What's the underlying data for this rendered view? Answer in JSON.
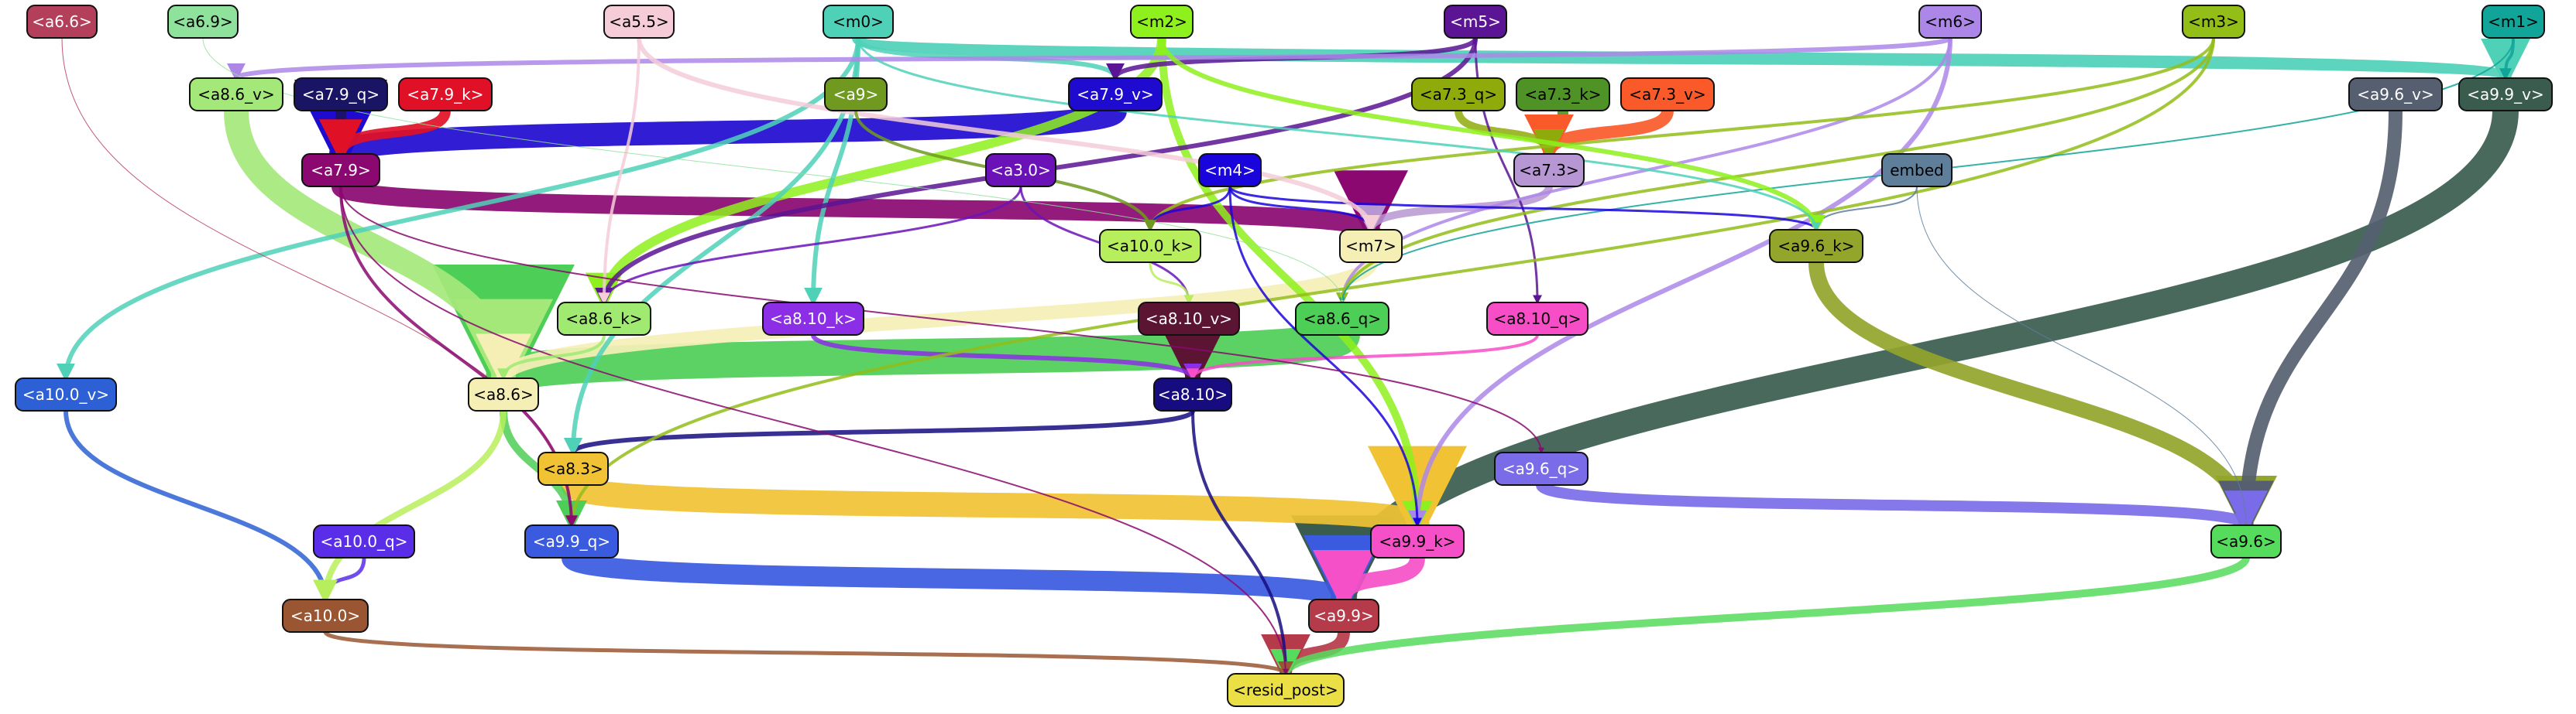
{
  "nodes": [
    {
      "id": "a6.6",
      "label": "<a6.6>",
      "fill": "#b43f5a",
      "text_color": "#ffffff"
    },
    {
      "id": "a6.9",
      "label": "<a6.9>",
      "fill": "#8ee29c",
      "text_color": "#000000"
    },
    {
      "id": "a5.5",
      "label": "<a5.5>",
      "fill": "#f5ccd8",
      "text_color": "#000000"
    },
    {
      "id": "m0",
      "label": "<m0>",
      "fill": "#4fd1b8",
      "text_color": "#000000"
    },
    {
      "id": "m2",
      "label": "<m2>",
      "fill": "#8ef01c",
      "text_color": "#000000"
    },
    {
      "id": "m5",
      "label": "<m5>",
      "fill": "#5a1494",
      "text_color": "#ffffff"
    },
    {
      "id": "m6",
      "label": "<m6>",
      "fill": "#ad87e8",
      "text_color": "#000000"
    },
    {
      "id": "m3",
      "label": "<m3>",
      "fill": "#93bd17",
      "text_color": "#000000"
    },
    {
      "id": "m1",
      "label": "<m1>",
      "fill": "#11a59a",
      "text_color": "#000000"
    },
    {
      "id": "a8.6_v",
      "label": "<a8.6_v>",
      "fill": "#a4e87a",
      "text_color": "#000000"
    },
    {
      "id": "a7.9_q",
      "label": "<a7.9_q>",
      "fill": "#1a1464",
      "text_color": "#ffffff"
    },
    {
      "id": "a7.9_k",
      "label": "<a7.9_k>",
      "fill": "#e01027",
      "text_color": "#ffffff"
    },
    {
      "id": "a9",
      "label": "<a9>",
      "fill": "#6f9a1f",
      "text_color": "#ffffff"
    },
    {
      "id": "a7.9_v",
      "label": "<a7.9_v>",
      "fill": "#1f0acf",
      "text_color": "#ffffff"
    },
    {
      "id": "a7.3_q",
      "label": "<a7.3_q>",
      "fill": "#8fab0b",
      "text_color": "#000000"
    },
    {
      "id": "a7.3_k",
      "label": "<a7.3_k>",
      "fill": "#4f9225",
      "text_color": "#000000"
    },
    {
      "id": "a7.3_v",
      "label": "<a7.3_v>",
      "fill": "#fa5a2a",
      "text_color": "#000000"
    },
    {
      "id": "a9.6_v",
      "label": "<a9.6_v>",
      "fill": "#555f70",
      "text_color": "#ffffff"
    },
    {
      "id": "a9.9_v",
      "label": "<a9.9_v>",
      "fill": "#3a5c4e",
      "text_color": "#ffffff"
    },
    {
      "id": "a7.9",
      "label": "<a7.9>",
      "fill": "#8a0870",
      "text_color": "#ffffff"
    },
    {
      "id": "a3.0",
      "label": "<a3.0>",
      "fill": "#6a12b8",
      "text_color": "#ffffff"
    },
    {
      "id": "m4",
      "label": "<m4>",
      "fill": "#1a04dc",
      "text_color": "#ffffff"
    },
    {
      "id": "a7.3",
      "label": "<a7.3>",
      "fill": "#b796d4",
      "text_color": "#000000"
    },
    {
      "id": "embed",
      "label": "embed",
      "fill": "#5e7e9a",
      "text_color": "#000000"
    },
    {
      "id": "a10.0_k",
      "label": "<a10.0_k>",
      "fill": "#b7ee5c",
      "text_color": "#000000"
    },
    {
      "id": "m7",
      "label": "<m7>",
      "fill": "#f5efb6",
      "text_color": "#000000"
    },
    {
      "id": "a9.6_k",
      "label": "<a9.6_k>",
      "fill": "#94a52b",
      "text_color": "#000000"
    },
    {
      "id": "a8.6_k",
      "label": "<a8.6_k>",
      "fill": "#a0ea72",
      "text_color": "#000000"
    },
    {
      "id": "a8.10_k",
      "label": "<a8.10_k>",
      "fill": "#8c2ee6",
      "text_color": "#ffffff"
    },
    {
      "id": "a8.10_v",
      "label": "<a8.10_v>",
      "fill": "#5b1533",
      "text_color": "#ffffff"
    },
    {
      "id": "a8.6_q",
      "label": "<a8.6_q>",
      "fill": "#4dce56",
      "text_color": "#000000"
    },
    {
      "id": "a8.10_q",
      "label": "<a8.10_q>",
      "fill": "#f74ec8",
      "text_color": "#000000"
    },
    {
      "id": "a10.0_v",
      "label": "<a10.0_v>",
      "fill": "#2d60d4",
      "text_color": "#ffffff"
    },
    {
      "id": "a8.6",
      "label": "<a8.6>",
      "fill": "#f5efb6",
      "text_color": "#000000"
    },
    {
      "id": "a8.10",
      "label": "<a8.10>",
      "fill": "#160c80",
      "text_color": "#ffffff"
    },
    {
      "id": "a8.3",
      "label": "<a8.3>",
      "fill": "#f0c234",
      "text_color": "#000000"
    },
    {
      "id": "a9.6_q",
      "label": "<a9.6_q>",
      "fill": "#7a6ce8",
      "text_color": "#ffffff"
    },
    {
      "id": "a10.0_q",
      "label": "<a10.0_q>",
      "fill": "#5a2ee8",
      "text_color": "#ffffff"
    },
    {
      "id": "a9.9_q",
      "label": "<a9.9_q>",
      "fill": "#3a5ae0",
      "text_color": "#ffffff"
    },
    {
      "id": "a9.9_k",
      "label": "<a9.9_k>",
      "fill": "#f550c8",
      "text_color": "#000000"
    },
    {
      "id": "a9.6",
      "label": "<a9.6>",
      "fill": "#56dc5c",
      "text_color": "#000000"
    },
    {
      "id": "a10.0",
      "label": "<a10.0>",
      "fill": "#9a5632",
      "text_color": "#ffffff"
    },
    {
      "id": "a9.9",
      "label": "<a9.9>",
      "fill": "#b53a4a",
      "text_color": "#ffffff"
    },
    {
      "id": "resid_post",
      "label": "<resid_post>",
      "fill": "#eadf44",
      "text_color": "#000000"
    }
  ],
  "edges": [
    {
      "from": "a8.6_q",
      "to": "a8.6",
      "weight": 46,
      "color": "#4dce56"
    },
    {
      "from": "a9.9_v",
      "to": "a9.9",
      "weight": 34,
      "color": "#3a5c4e"
    },
    {
      "from": "a8.3",
      "to": "a9.9_k",
      "weight": 32,
      "color": "#f0c234"
    },
    {
      "from": "a8.6_v",
      "to": "a8.6",
      "weight": 32,
      "color": "#a4e87a"
    },
    {
      "from": "a7.9",
      "to": "m7",
      "weight": 24,
      "color": "#8a0870"
    },
    {
      "from": "a7.9_v",
      "to": "a7.9",
      "weight": 30,
      "color": "#1f0acf"
    },
    {
      "from": "a9.9_q",
      "to": "a9.9",
      "weight": 26,
      "color": "#3a5ae0"
    },
    {
      "from": "a8.10_v",
      "to": "a8.10",
      "weight": 20,
      "color": "#5b1533"
    },
    {
      "from": "a9.6_k",
      "to": "a9.6",
      "weight": 20,
      "color": "#94a52b"
    },
    {
      "from": "a9.6_v",
      "to": "a9.6",
      "weight": 18,
      "color": "#555f70"
    },
    {
      "from": "m0",
      "to": "a9.9_v",
      "weight": 16,
      "color": "#4fd1b8"
    },
    {
      "from": "m7",
      "to": "a8.6",
      "weight": 18,
      "color": "#f5efb6"
    },
    {
      "from": "a9.6_q",
      "to": "a9.6",
      "weight": 14,
      "color": "#7a6ce8"
    },
    {
      "from": "a9.9_k",
      "to": "a9.9",
      "weight": 20,
      "color": "#f550c8"
    },
    {
      "from": "a9.9",
      "to": "resid_post",
      "weight": 16,
      "color": "#b53a4a"
    },
    {
      "from": "a9.6",
      "to": "resid_post",
      "weight": 10,
      "color": "#56dc5c"
    },
    {
      "from": "m2",
      "to": "a8.6_k",
      "weight": 12,
      "color": "#8ef01c"
    },
    {
      "from": "m2",
      "to": "a9.9_k",
      "weight": 10,
      "color": "#8ef01c"
    },
    {
      "from": "a7.9_q",
      "to": "a7.9",
      "weight": 14,
      "color": "#1a1464"
    },
    {
      "from": "a7.9_k",
      "to": "a7.9",
      "weight": 14,
      "color": "#e01027"
    },
    {
      "from": "a7.3_k",
      "to": "a7.3",
      "weight": 14,
      "color": "#4f9225"
    },
    {
      "from": "a7.3_v",
      "to": "a7.3",
      "weight": 16,
      "color": "#fa5a2a"
    },
    {
      "from": "a7.3_q",
      "to": "a7.3",
      "weight": 10,
      "color": "#8fab0b"
    },
    {
      "from": "a7.3",
      "to": "m7",
      "weight": 10,
      "color": "#b796d4"
    },
    {
      "from": "a8.10",
      "to": "a8.3",
      "weight": 6,
      "color": "#160c80"
    },
    {
      "from": "a8.10",
      "to": "resid_post",
      "weight": 4,
      "color": "#160c80"
    },
    {
      "from": "a8.10_k",
      "to": "a8.10",
      "weight": 6,
      "color": "#8c2ee6"
    },
    {
      "from": "a8.10_q",
      "to": "a8.10",
      "weight": 4,
      "color": "#f74ec8"
    },
    {
      "from": "a10.0_v",
      "to": "a10.0",
      "weight": 6,
      "color": "#2d60d4"
    },
    {
      "from": "a10.0",
      "to": "resid_post",
      "weight": 5,
      "color": "#9a5632"
    },
    {
      "from": "a10.0_q",
      "to": "a10.0",
      "weight": 5,
      "color": "#5a2ee8"
    },
    {
      "from": "a8.6",
      "to": "a9.9_q",
      "weight": 10,
      "color": "#4dce56"
    },
    {
      "from": "a8.6",
      "to": "a10.0",
      "weight": 8,
      "color": "#b7ee5c"
    },
    {
      "from": "m0",
      "to": "a10.0_v",
      "weight": 6,
      "color": "#4fd1b8"
    },
    {
      "from": "m0",
      "to": "a8.10_k",
      "weight": 6,
      "color": "#4fd1b8"
    },
    {
      "from": "m0",
      "to": "a7.9_v",
      "weight": 6,
      "color": "#4fd1b8"
    },
    {
      "from": "m0",
      "to": "a8.3",
      "weight": 6,
      "color": "#4fd1b8"
    },
    {
      "from": "m5",
      "to": "a7.9_v",
      "weight": 6,
      "color": "#5a1494"
    },
    {
      "from": "m5",
      "to": "a8.6_k",
      "weight": 6,
      "color": "#5a1494"
    },
    {
      "from": "m5",
      "to": "a8.10_q",
      "weight": 3,
      "color": "#5a1494"
    },
    {
      "from": "m6",
      "to": "a9.9_k",
      "weight": 6,
      "color": "#ad87e8"
    },
    {
      "from": "m6",
      "to": "a8.6_q",
      "weight": 4,
      "color": "#ad87e8"
    },
    {
      "from": "m6",
      "to": "a8.6_v",
      "weight": 6,
      "color": "#ad87e8"
    },
    {
      "from": "m3",
      "to": "a9.9_q",
      "weight": 4,
      "color": "#93bd17"
    },
    {
      "from": "m3",
      "to": "a8.6_q",
      "weight": 4,
      "color": "#93bd17"
    },
    {
      "from": "m3",
      "to": "a10.0_k",
      "weight": 4,
      "color": "#93bd17"
    },
    {
      "from": "m1",
      "to": "a9.9_v",
      "weight": 4,
      "color": "#11a59a"
    },
    {
      "from": "m1",
      "to": "a8.6_q",
      "weight": 2,
      "color": "#11a59a"
    },
    {
      "from": "m4",
      "to": "a9.9_k",
      "weight": 3,
      "color": "#1a04dc"
    },
    {
      "from": "m4",
      "to": "a9.6_k",
      "weight": 3,
      "color": "#1a04dc"
    },
    {
      "from": "m4",
      "to": "a10.0_k",
      "weight": 3,
      "color": "#1a04dc"
    },
    {
      "from": "m4",
      "to": "m7",
      "weight": 3,
      "color": "#1a04dc"
    },
    {
      "from": "a3.0",
      "to": "a8.10_v",
      "weight": 3,
      "color": "#6a12b8"
    },
    {
      "from": "a3.0",
      "to": "a8.6_k",
      "weight": 3,
      "color": "#6a12b8"
    },
    {
      "from": "a5.5",
      "to": "a8.6_k",
      "weight": 4,
      "color": "#f5ccd8"
    },
    {
      "from": "a5.5",
      "to": "m7",
      "weight": 6,
      "color": "#f5ccd8"
    },
    {
      "from": "a6.6",
      "to": "a9.9_q",
      "weight": 1,
      "color": "#b43f5a"
    },
    {
      "from": "a6.9",
      "to": "a8.6_q",
      "weight": 1,
      "color": "#8ee29c"
    },
    {
      "from": "a9",
      "to": "a10.0_k",
      "weight": 4,
      "color": "#6f9a1f"
    },
    {
      "from": "embed",
      "to": "a9.6_k",
      "weight": 2,
      "color": "#5e7e9a"
    },
    {
      "from": "embed",
      "to": "a9.6",
      "weight": 1,
      "color": "#5e7e9a"
    },
    {
      "from": "a7.9",
      "to": "a9.9_q",
      "weight": 4,
      "color": "#8a0870"
    },
    {
      "from": "a7.9",
      "to": "resid_post",
      "weight": 2,
      "color": "#8a0870"
    },
    {
      "from": "a7.9",
      "to": "a9.6_q",
      "weight": 2,
      "color": "#8a0870"
    },
    {
      "from": "a10.0_k",
      "to": "a8.10_v",
      "weight": 3,
      "color": "#b7ee5c"
    },
    {
      "from": "m2",
      "to": "a9.6_k",
      "weight": 6,
      "color": "#8ef01c"
    },
    {
      "from": "m0",
      "to": "a9.6_k",
      "weight": 3,
      "color": "#4fd1b8"
    },
    {
      "from": "a8.6_k",
      "to": "a8.6",
      "weight": 4,
      "color": "#a0ea72"
    }
  ]
}
